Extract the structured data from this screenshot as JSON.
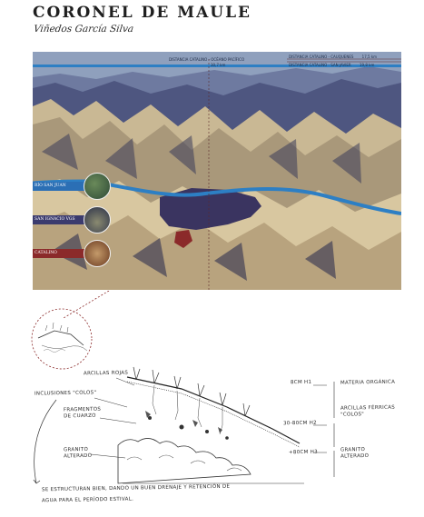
{
  "header": {
    "title": "CORONEL DE MAULE",
    "subtitle": "Viñedos García Silva"
  },
  "map": {
    "top_label_left": "DISTANCIA CATALINO - OCÉANO PACÍFICO",
    "top_label_left_value": "30,7 km",
    "top_label_right_1": "DISTANCIA CATALINO - CAUQUENES",
    "top_label_right_1_value": "17,5 km",
    "top_label_right_2": "DISTANCIA CATALINO - SAN JAVIER",
    "top_label_right_2_value": "19,8 km",
    "sites": [
      {
        "label": "RÍO SAN JUAN",
        "color": "#2b6fb5"
      },
      {
        "label": "SAN IGNACIO VGS",
        "color": "#3b3b6e"
      },
      {
        "label": "CATALINO",
        "color": "#8b2a2a"
      }
    ],
    "colors": {
      "sky": "#8fa0bd",
      "river": "#2d7fc4",
      "lake": "#3a3460",
      "catalino": "#8b2a2a"
    }
  },
  "sketch": {
    "labels": {
      "arcillas": "ARCILLAS ROJAS",
      "inclusiones": "INCLUSIONES \"COLOS\"",
      "fragmentos": "FRAGMENTOS DE CUARZO",
      "granito_left": "GRANITO ALTERADO",
      "h1_depth": "8cm H1",
      "h1_desc": "MATERIA ORGÁNICA",
      "h2_depth": "30-80cm H2",
      "h2_desc": "ARCILLAS FÉRRICAS \"COLOS\"",
      "h3_depth": "+80cm H3",
      "h3_desc": "GRANITO ALTERADO",
      "note_line1": "SE ESTRUCTURAN BIEN, DANDO UN BUEN DRENAJE Y RETENCIÓN DE",
      "note_line2": "AGUA PARA EL PERÍODO ESTIVAL."
    }
  }
}
